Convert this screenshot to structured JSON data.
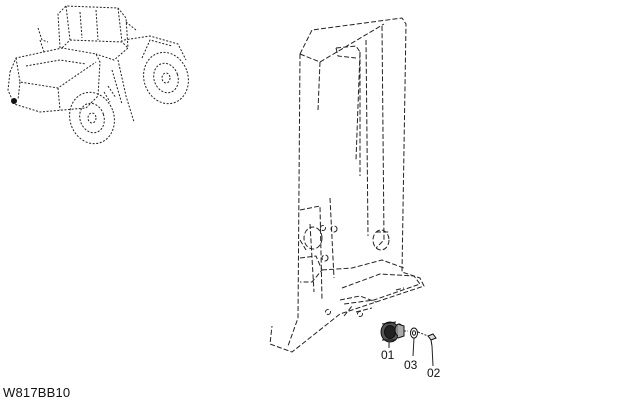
{
  "figure": {
    "code": "W817BB10"
  },
  "callouts": [
    {
      "id": "01",
      "label": "01"
    },
    {
      "id": "03",
      "label": "03"
    },
    {
      "id": "02",
      "label": "02"
    }
  ],
  "icons": {
    "machine": "wheel-loader-locator-icon"
  }
}
